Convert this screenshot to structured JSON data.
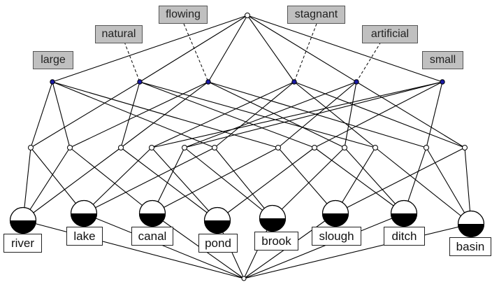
{
  "attributes": {
    "large": "large",
    "natural": "natural",
    "flowing": "flowing",
    "stagnant": "stagnant",
    "artificial": "artificial",
    "small": "small"
  },
  "objects": {
    "river": "river",
    "lake": "lake",
    "canal": "canal",
    "pond": "pond",
    "brook": "brook",
    "slough": "slough",
    "ditch": "ditch",
    "basin": "basin"
  },
  "colors": {
    "line": "#000000",
    "attribute_box_fill": "#c0c0c0",
    "attribute_node": "#1a1aa6",
    "object_node_fill": "#000000",
    "object_label_fill": "#ffffff"
  }
}
